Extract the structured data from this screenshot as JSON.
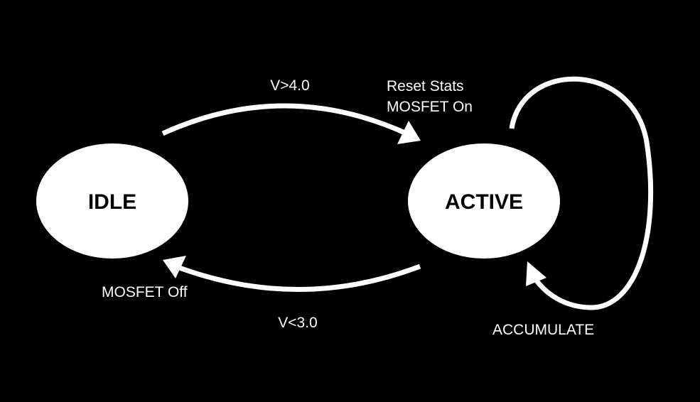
{
  "colors": {
    "background": "#000000",
    "node_fill": "#ffffff",
    "node_text": "#000000",
    "edge": "#ffffff",
    "label_text": "#ffffff"
  },
  "states": {
    "idle": "IDLE",
    "active": "ACTIVE"
  },
  "transitions": {
    "idle_to_active": {
      "condition": "V>4.0",
      "actions": [
        "Reset Stats",
        "MOSFET On"
      ]
    },
    "active_to_idle": {
      "condition": "V<3.0",
      "action": "MOSFET Off"
    },
    "active_self": {
      "action": "ACCUMULATE"
    }
  }
}
